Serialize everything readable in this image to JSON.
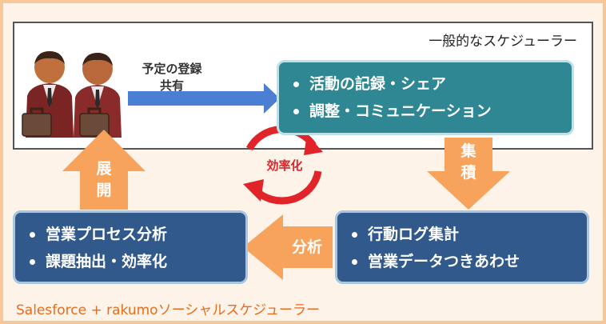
{
  "diagram": {
    "top_section": {
      "title": "一般的なスケジューラー"
    },
    "flow_label": {
      "line1": "予定の登録",
      "line2": "共有"
    },
    "box_activity": {
      "items": [
        "活動の記録・シェア",
        "調整・コミュニケーション"
      ]
    },
    "arrow_accumulate": {
      "line1": "集",
      "line2": "積"
    },
    "box_action_log": {
      "items": [
        "行動ログ集計",
        "営業データつきあわせ"
      ]
    },
    "arrow_analysis": {
      "label": "分析"
    },
    "box_sales_process": {
      "items": [
        "営業プロセス分析",
        "課題抽出・効率化"
      ]
    },
    "arrow_deploy": {
      "line1": "展",
      "line2": "開"
    },
    "cycle": {
      "label": "効率化"
    },
    "footer": "Salesforce + rakumoソーシャルスケジューラー"
  },
  "colors": {
    "frame_border": "#f7c79a",
    "teal_box": "#2f8793",
    "blue_box": "#32598b",
    "orange_arrow": "#f7a35c",
    "blue_arrow": "#4a7fd4",
    "cycle_red": "#e0242a",
    "footer_text": "#e96b1b"
  }
}
